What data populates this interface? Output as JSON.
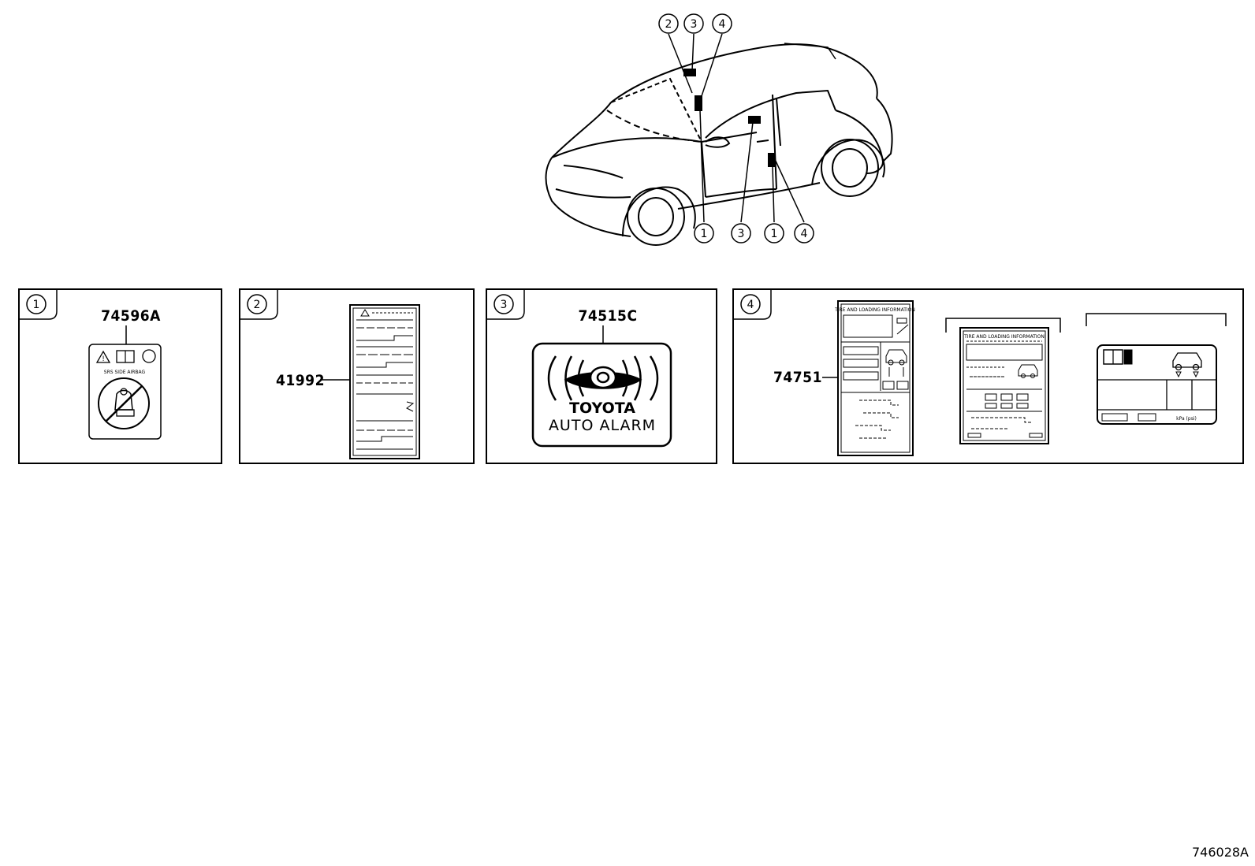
{
  "diagram_code": "746028A",
  "car_callouts": [
    "2",
    "3",
    "4",
    "1",
    "3",
    "1",
    "4"
  ],
  "panels": [
    {
      "index": "1",
      "part_number": "74596A",
      "label_text": "SRS SIDE AIRBAG"
    },
    {
      "index": "2",
      "part_number": "41992"
    },
    {
      "index": "3",
      "part_number": "74515C",
      "label_brand": "TOYOTA",
      "label_subtitle": "AUTO ALARM"
    },
    {
      "index": "4",
      "part_number": "74751",
      "label_a_title": "TIRE AND LOADING INFORMATION",
      "label_b_title": "TIRE AND LOADING INFORMATION",
      "label_c_unit": "kPa (psi)"
    }
  ]
}
